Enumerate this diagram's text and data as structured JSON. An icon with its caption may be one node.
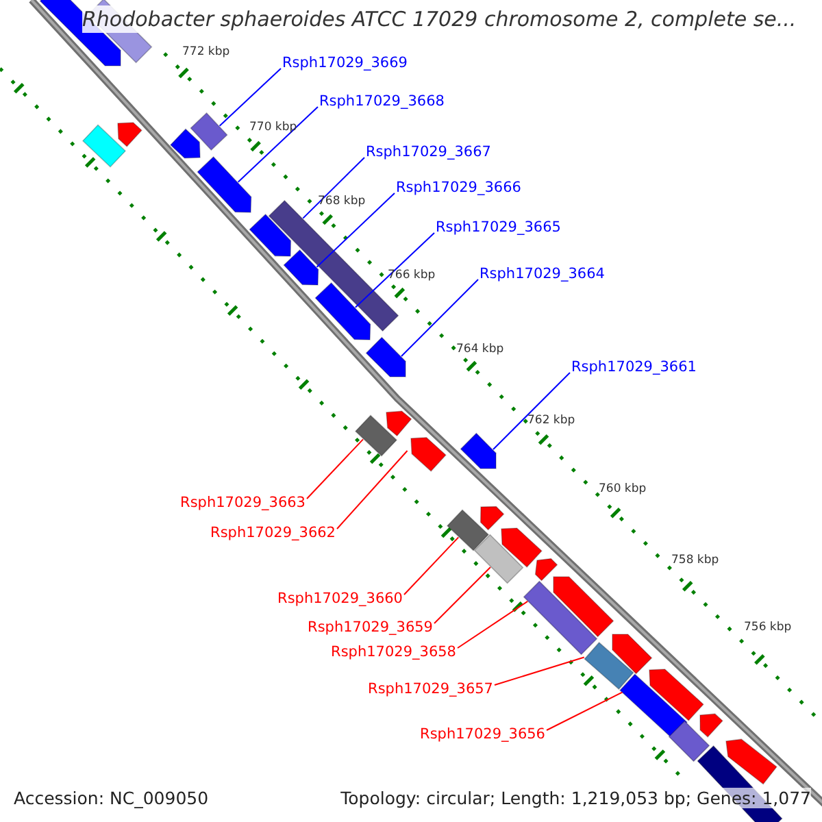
{
  "diagram": {
    "title": "Rhodobacter sphaeroides ATCC 17029 chromosome 2, complete se...",
    "nodes": [
      {
        "text": [
          "Rsph17029_3669"
        ]
      },
      {
        "text": [
          "Rsph17029_3668"
        ]
      },
      {
        "text": [
          "Rsph17029_3667"
        ]
      },
      {
        "text": [
          "Rsph17029_3666"
        ]
      },
      {
        "text": [
          "Rsph17029_3665"
        ]
      },
      {
        "text": [
          "Rsph17029_3664"
        ]
      },
      {
        "text": [
          "Rsph17029_3661"
        ]
      },
      {
        "text": [
          "Rsph17029_3663"
        ]
      },
      {
        "text": [
          "Rsph17029_3662"
        ]
      },
      {
        "text": [
          "Rsph17029_3660"
        ]
      },
      {
        "text": [
          "Rsph17029_3659"
        ]
      },
      {
        "text": [
          "Rsph17029_3658"
        ]
      },
      {
        "text": [
          "Rsph17029_3657"
        ]
      },
      {
        "text": [
          "Rsph17029_3656"
        ]
      },
      {
        "text": [],
        "shape": "pentagon"
      },
      {
        "text": [],
        "shape": "box"
      },
      {
        "text": [],
        "shape": "box"
      },
      {
        "text": [],
        "shape": "pentagon"
      },
      {
        "text": [],
        "shape": "box"
      },
      {
        "text": [],
        "shape": "pentagon"
      },
      {
        "text": [],
        "shape": "pentagon"
      },
      {
        "text": [],
        "shape": "box"
      },
      {
        "text": [],
        "shape": "pentagon"
      },
      {
        "text": [],
        "shape": "pentagon"
      },
      {
        "text": [],
        "shape": "pentagon"
      },
      {
        "text": [],
        "shape": "pentagon"
      },
      {
        "text": [],
        "shape": "pentagon"
      },
      {
        "text": [],
        "shape": "box"
      },
      {
        "text": [],
        "shape": "pentagon"
      },
      {
        "text": [],
        "shape": "pentagon"
      },
      {
        "text": [],
        "shape": "pentagon"
      },
      {
        "text": [],
        "shape": "box"
      },
      {
        "text": [],
        "shape": "pentagon"
      },
      {
        "text": [],
        "shape": "box"
      },
      {
        "text": [],
        "shape": "pentagon"
      },
      {
        "text": [],
        "shape": "pentagon"
      },
      {
        "text": [],
        "shape": "box"
      },
      {
        "text": [],
        "shape": "box"
      },
      {
        "text": [],
        "shape": "pentagon"
      },
      {
        "text": [],
        "shape": "box"
      },
      {
        "text": [],
        "shape": "pentagon"
      },
      {
        "text": [],
        "shape": "box"
      },
      {
        "text": [],
        "shape": "pentagon"
      },
      {
        "text": [],
        "shape": "box"
      },
      {
        "text": [],
        "shape": "pentagon"
      }
    ],
    "edges": [
      {
        "from": 0,
        "to": 18,
        "arrow": "none",
        "color": "#0000ff"
      },
      {
        "from": 1,
        "to": 20,
        "arrow": "none",
        "color": "#0000ff"
      },
      {
        "from": 2,
        "to": 21,
        "arrow": "none",
        "color": "#0000ff"
      },
      {
        "from": 3,
        "to": 23,
        "arrow": "none",
        "color": "#0000ff"
      },
      {
        "from": 4,
        "to": 24,
        "arrow": "none",
        "color": "#0000ff"
      },
      {
        "from": 5,
        "to": 25,
        "arrow": "none",
        "color": "#0000ff"
      },
      {
        "from": 6,
        "to": 29,
        "arrow": "none",
        "color": "#0000ff"
      },
      {
        "from": 7,
        "to": 27,
        "arrow": "none",
        "color": "#ff0000"
      },
      {
        "from": 8,
        "to": 28,
        "arrow": "none",
        "color": "#ff0000"
      },
      {
        "from": 9,
        "to": 31,
        "arrow": "none",
        "color": "#ff0000"
      },
      {
        "from": 10,
        "to": 33,
        "arrow": "none",
        "color": "#ff0000"
      },
      {
        "from": 11,
        "to": 36,
        "arrow": "none",
        "color": "#ff0000"
      },
      {
        "from": 12,
        "to": 37,
        "arrow": "none",
        "color": "#ff0000"
      },
      {
        "from": 13,
        "to": 39,
        "arrow": "none",
        "color": "#ff0000"
      }
    ],
    "labels": [
      "772 kbp",
      "770 kbp",
      "768 kbp",
      "766 kbp",
      "764 kbp",
      "762 kbp",
      "760 kbp",
      "758 kbp",
      "756 kbp",
      "Accession: NC_009050",
      "Topology: circular; Length: 1,219,053 bp; Genes: 1,077"
    ]
  }
}
